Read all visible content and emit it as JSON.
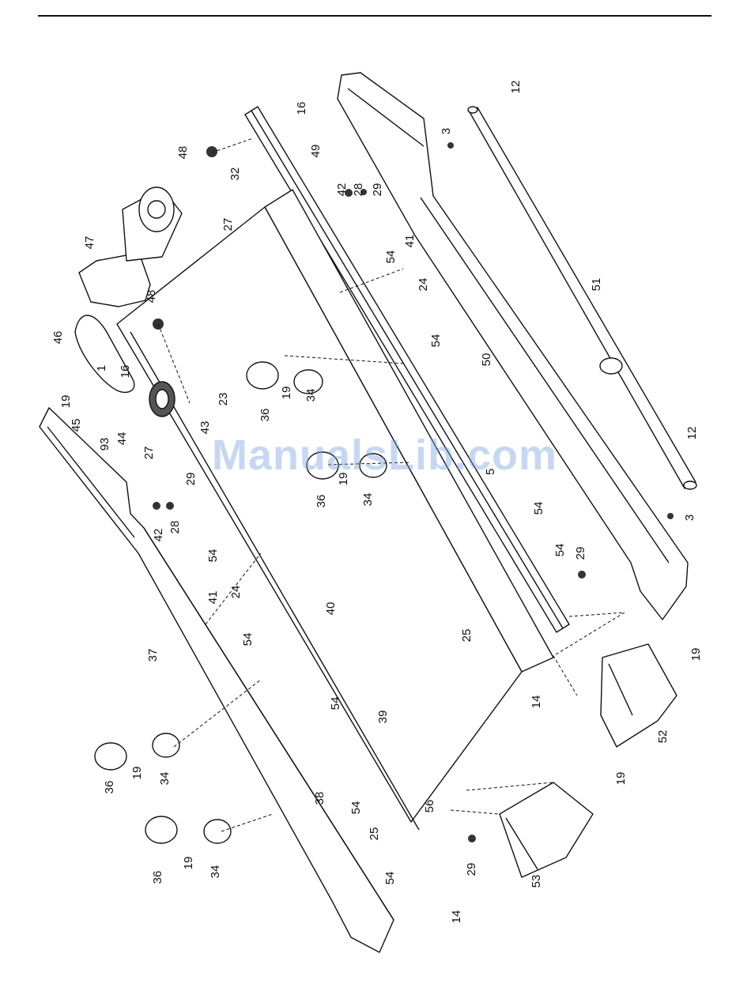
{
  "watermark": "ManualsLib.com",
  "colors": {
    "line": "#111111",
    "part_fill": "#ffffff",
    "shade": "#6a6a6a",
    "watermark": "#78a0e1"
  },
  "callouts": [
    "16",
    "12",
    "48",
    "49",
    "3",
    "32",
    "42",
    "28",
    "29",
    "27",
    "47",
    "41",
    "54",
    "24",
    "51",
    "46",
    "48",
    "1",
    "16",
    "23",
    "50",
    "54",
    "19",
    "45",
    "36",
    "19",
    "34",
    "43",
    "44",
    "93",
    "27",
    "12",
    "36",
    "19",
    "34",
    "5",
    "29",
    "42",
    "28",
    "3",
    "54",
    "54",
    "29",
    "54",
    "24",
    "41",
    "40",
    "54",
    "25",
    "19",
    "37",
    "14",
    "52",
    "54",
    "39",
    "36",
    "19",
    "34",
    "19",
    "38",
    "54",
    "56",
    "25",
    "36",
    "19",
    "34",
    "54",
    "29",
    "53",
    "14"
  ]
}
